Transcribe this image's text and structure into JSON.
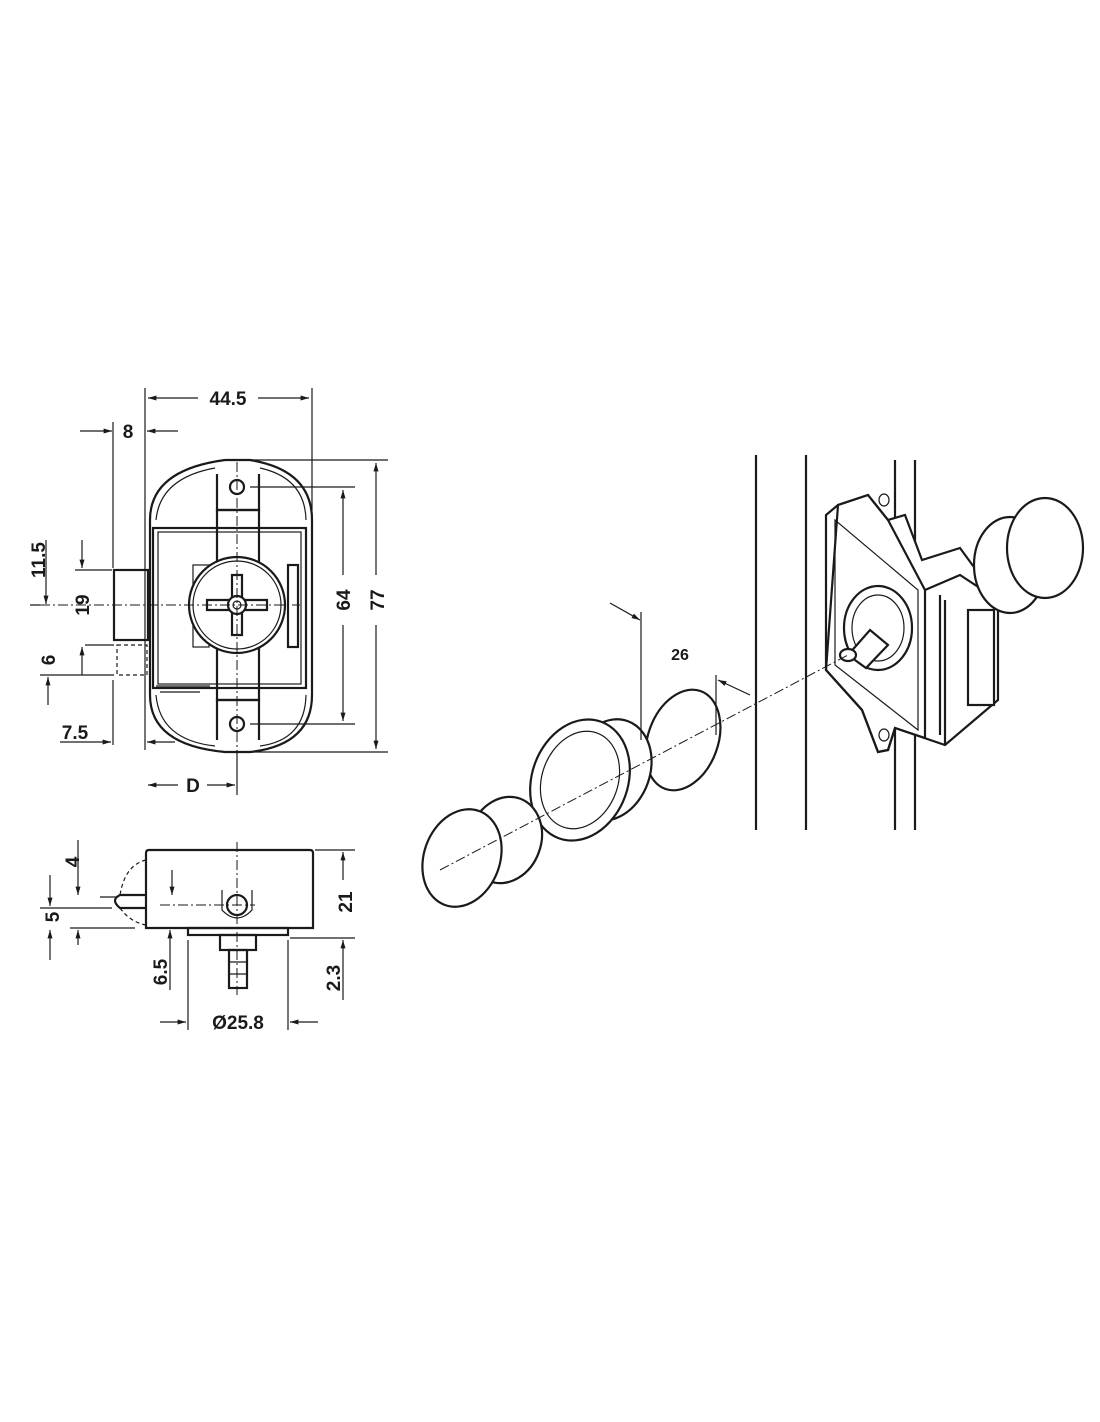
{
  "front_view": {
    "dim_width": "44.5",
    "dim_offset_8": "8",
    "dim_11_5": "11.5",
    "dim_19": "19",
    "dim_6": "6",
    "dim_7_5": "7.5",
    "dim_D": "D",
    "dim_64": "64",
    "dim_77": "77"
  },
  "side_view": {
    "dim_4": "4",
    "dim_5": "5",
    "dim_21": "21",
    "dim_6_5": "6.5",
    "dim_2_3": "2.3",
    "dim_diameter": "Ø25.8"
  },
  "exploded_view": {
    "dim_26": "26"
  }
}
